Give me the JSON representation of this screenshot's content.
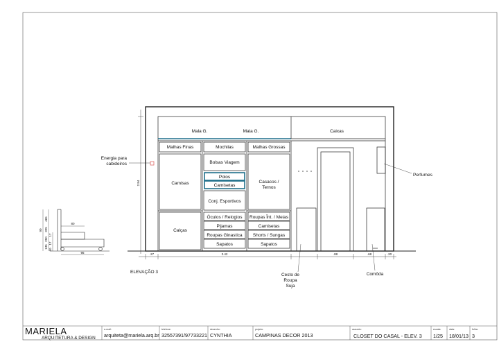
{
  "sheet": {
    "elevation_title": "ELEVAÇÃO 3"
  },
  "labels": {
    "mala1": "Mala G.",
    "mala2": "Mala G.",
    "caixas": "Caixas",
    "malhas_finas": "Malhas Finas",
    "mochilas": "Mochilas",
    "malhas_grossas": "Malhas Grossas",
    "bolsas_viagem": "Bolsas Viagem",
    "polos": "Polos",
    "camisetas_top": "Camisetas",
    "camisas": "Camisas",
    "casacos": "Casacos /",
    "ternos": "Ternos",
    "conj_esportivos": "Conj. Esportivos",
    "oculos": "Óculos / Relogios",
    "roupas_int": "Roupas Înt. / Meias",
    "pijamas": "Pijamas",
    "camisetas_bottom": "Camisetas",
    "calcas": "Calças",
    "roupas_ginastica": "Roupas Ginastica",
    "shorts": "Shorts / Sungas",
    "sapatos1": "Sapatos",
    "sapatos2": "Sapatos",
    "energia1": "Energia para",
    "energia2": "cabideiros",
    "perfumes": "Perfumes",
    "cesto1": "Cesto de",
    "cesto2": "Roupa",
    "cesto3": "Suja",
    "comoda": "Comôda"
  },
  "dims": {
    "d_27": ".27",
    "d_342": "3.42",
    "d_88": ".88",
    "d_68": ".68",
    "d_20": ".20",
    "d_284": "2.84",
    "side_80": "80",
    "side_95": "95",
    "side_90": "90",
    "side_465": "465",
    "side_325": "325",
    "side_17a": "17",
    "side_250": "250",
    "side_17b": "17",
    "side_135": "135",
    "side_10": "10"
  },
  "title_block": {
    "company": "MARIELA",
    "company_sub": "ARQUITETURA & DESIGN",
    "email_caption": "e-mail:",
    "email": "arquiteta@mariela.arq.br",
    "phone_caption": "telefone:",
    "phone": "32557391/97733221",
    "drawer_caption": "desenho:",
    "drawer": "CYNTHIA",
    "project_caption": "projeto:",
    "project": "CAMPINAS DECOR 2013",
    "subject_caption": "assunto:",
    "subject": "CLOSET DO CASAL - ELEV. 3",
    "scale_caption": "escala:",
    "scale": "1/25",
    "date_caption": "data:",
    "date": "18/01/13",
    "sheet_caption": "folha:",
    "sheet": "3"
  },
  "colors": {
    "line": "#222222",
    "accent": "#1f6f8b",
    "marker": "#d9534f"
  }
}
